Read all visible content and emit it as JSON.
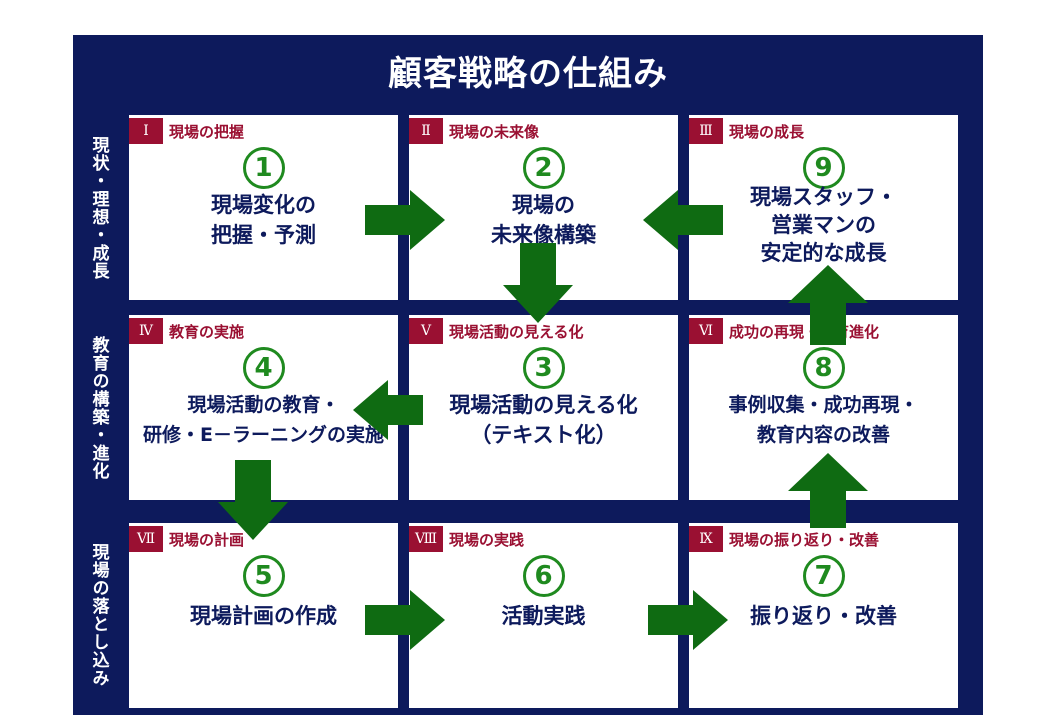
{
  "title": "顧客戦略の仕組み",
  "row_labels": [
    "現状・理想・成長",
    "教育の構築・進化",
    "現場の落とし込み"
  ],
  "cells": [
    {
      "num": "Ⅰ",
      "heading": "現場の把握",
      "step": "1",
      "lines": [
        "現場変化の",
        "把握・予測"
      ]
    },
    {
      "num": "Ⅱ",
      "heading": "現場の未来像",
      "step": "2",
      "lines": [
        "現場の",
        "未来像構築"
      ]
    },
    {
      "num": "Ⅲ",
      "heading": "現場の成長",
      "step": "9",
      "lines": [
        "現場スタッフ・",
        "営業マンの",
        "安定的な成長"
      ]
    },
    {
      "num": "Ⅳ",
      "heading": "教育の実施",
      "step": "4",
      "lines": [
        "現場活動の教育・",
        "研修・E－ラーニングの実施"
      ]
    },
    {
      "num": "Ⅴ",
      "heading": "現場活動の見える化",
      "step": "3",
      "lines": [
        "現場活動の見える化",
        "（テキスト化）"
      ]
    },
    {
      "num": "Ⅵ",
      "heading": "成功の再現・教育進化",
      "step": "8",
      "lines": [
        "事例収集・成功再現・",
        "教育内容の改善"
      ]
    },
    {
      "num": "Ⅶ",
      "heading": "現場の計画",
      "step": "5",
      "lines": [
        "現場計画の作成"
      ]
    },
    {
      "num": "Ⅷ",
      "heading": "現場の実践",
      "step": "6",
      "lines": [
        "活動実践"
      ]
    },
    {
      "num": "Ⅸ",
      "heading": "現場の振り返り・改善",
      "step": "7",
      "lines": [
        "振り返り・改善"
      ]
    }
  ],
  "colors": {
    "frame": "#0d1a5c",
    "accent": "#9a1032",
    "arrow": "#0f6b12",
    "step": "#1f8a1f"
  }
}
